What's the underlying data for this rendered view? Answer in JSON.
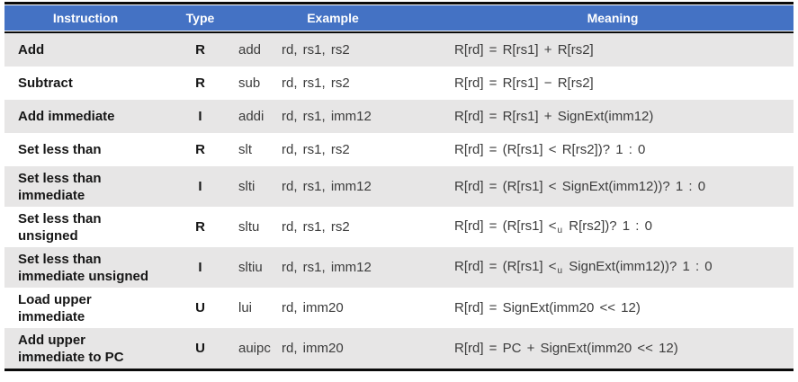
{
  "table": {
    "headers": {
      "instruction": "Instruction",
      "type": "Type",
      "example": "Example",
      "meaning": "Meaning"
    },
    "rows": [
      {
        "name1": "Add",
        "name2": "",
        "type": "R",
        "mnemonic": "add",
        "operands": "rd, rs1, rs2",
        "m1": "R[rd] = R[rs1] + R[rs2]",
        "sub": "",
        "m2": ""
      },
      {
        "name1": "Subtract",
        "name2": "",
        "type": "R",
        "mnemonic": "sub",
        "operands": "rd, rs1, rs2",
        "m1": "R[rd] = R[rs1] − R[rs2]",
        "sub": "",
        "m2": ""
      },
      {
        "name1": "Add immediate",
        "name2": "",
        "type": "I",
        "mnemonic": "addi",
        "operands": "rd, rs1, imm12",
        "m1": "R[rd] = R[rs1] + SignExt(imm12)",
        "sub": "",
        "m2": ""
      },
      {
        "name1": "Set less than",
        "name2": "",
        "type": "R",
        "mnemonic": "slt",
        "operands": "rd, rs1, rs2",
        "m1": "R[rd] = (R[rs1] < R[rs2])? 1 : 0",
        "sub": "",
        "m2": ""
      },
      {
        "name1": "Set less than",
        "name2": "immediate",
        "type": "I",
        "mnemonic": "slti",
        "operands": "rd, rs1, imm12",
        "m1": "R[rd] = (R[rs1] < SignExt(imm12))? 1 : 0",
        "sub": "",
        "m2": ""
      },
      {
        "name1": "Set less than",
        "name2": "unsigned",
        "type": "R",
        "mnemonic": "sltu",
        "operands": "rd, rs1, rs2",
        "m1": "R[rd] = (R[rs1] <",
        "sub": "u",
        "m2": " R[rs2])? 1 : 0"
      },
      {
        "name1": "Set less than",
        "name2": "immediate unsigned",
        "type": "I",
        "mnemonic": "sltiu",
        "operands": "rd, rs1, imm12",
        "m1": "R[rd] = (R[rs1] <",
        "sub": "u",
        "m2": " SignExt(imm12))? 1 : 0"
      },
      {
        "name1": "Load upper",
        "name2": "immediate",
        "type": "U",
        "mnemonic": "lui",
        "operands": "rd, imm20",
        "m1": "R[rd] = SignExt(imm20 << 12)",
        "sub": "",
        "m2": ""
      },
      {
        "name1": "Add upper",
        "name2": "immediate to PC",
        "type": "U",
        "mnemonic": "auipc",
        "operands": "rd, imm20",
        "m1": "R[rd] = PC + SignExt(imm20 << 12)",
        "sub": "",
        "m2": ""
      }
    ]
  },
  "colors": {
    "header_bg": "#4472C4",
    "header_text": "#FFFFFF",
    "row_alt_bg": "#E7E6E6",
    "border": "#0A0A0A",
    "body_text": "#3C3C3C",
    "bold_text": "#161616"
  }
}
